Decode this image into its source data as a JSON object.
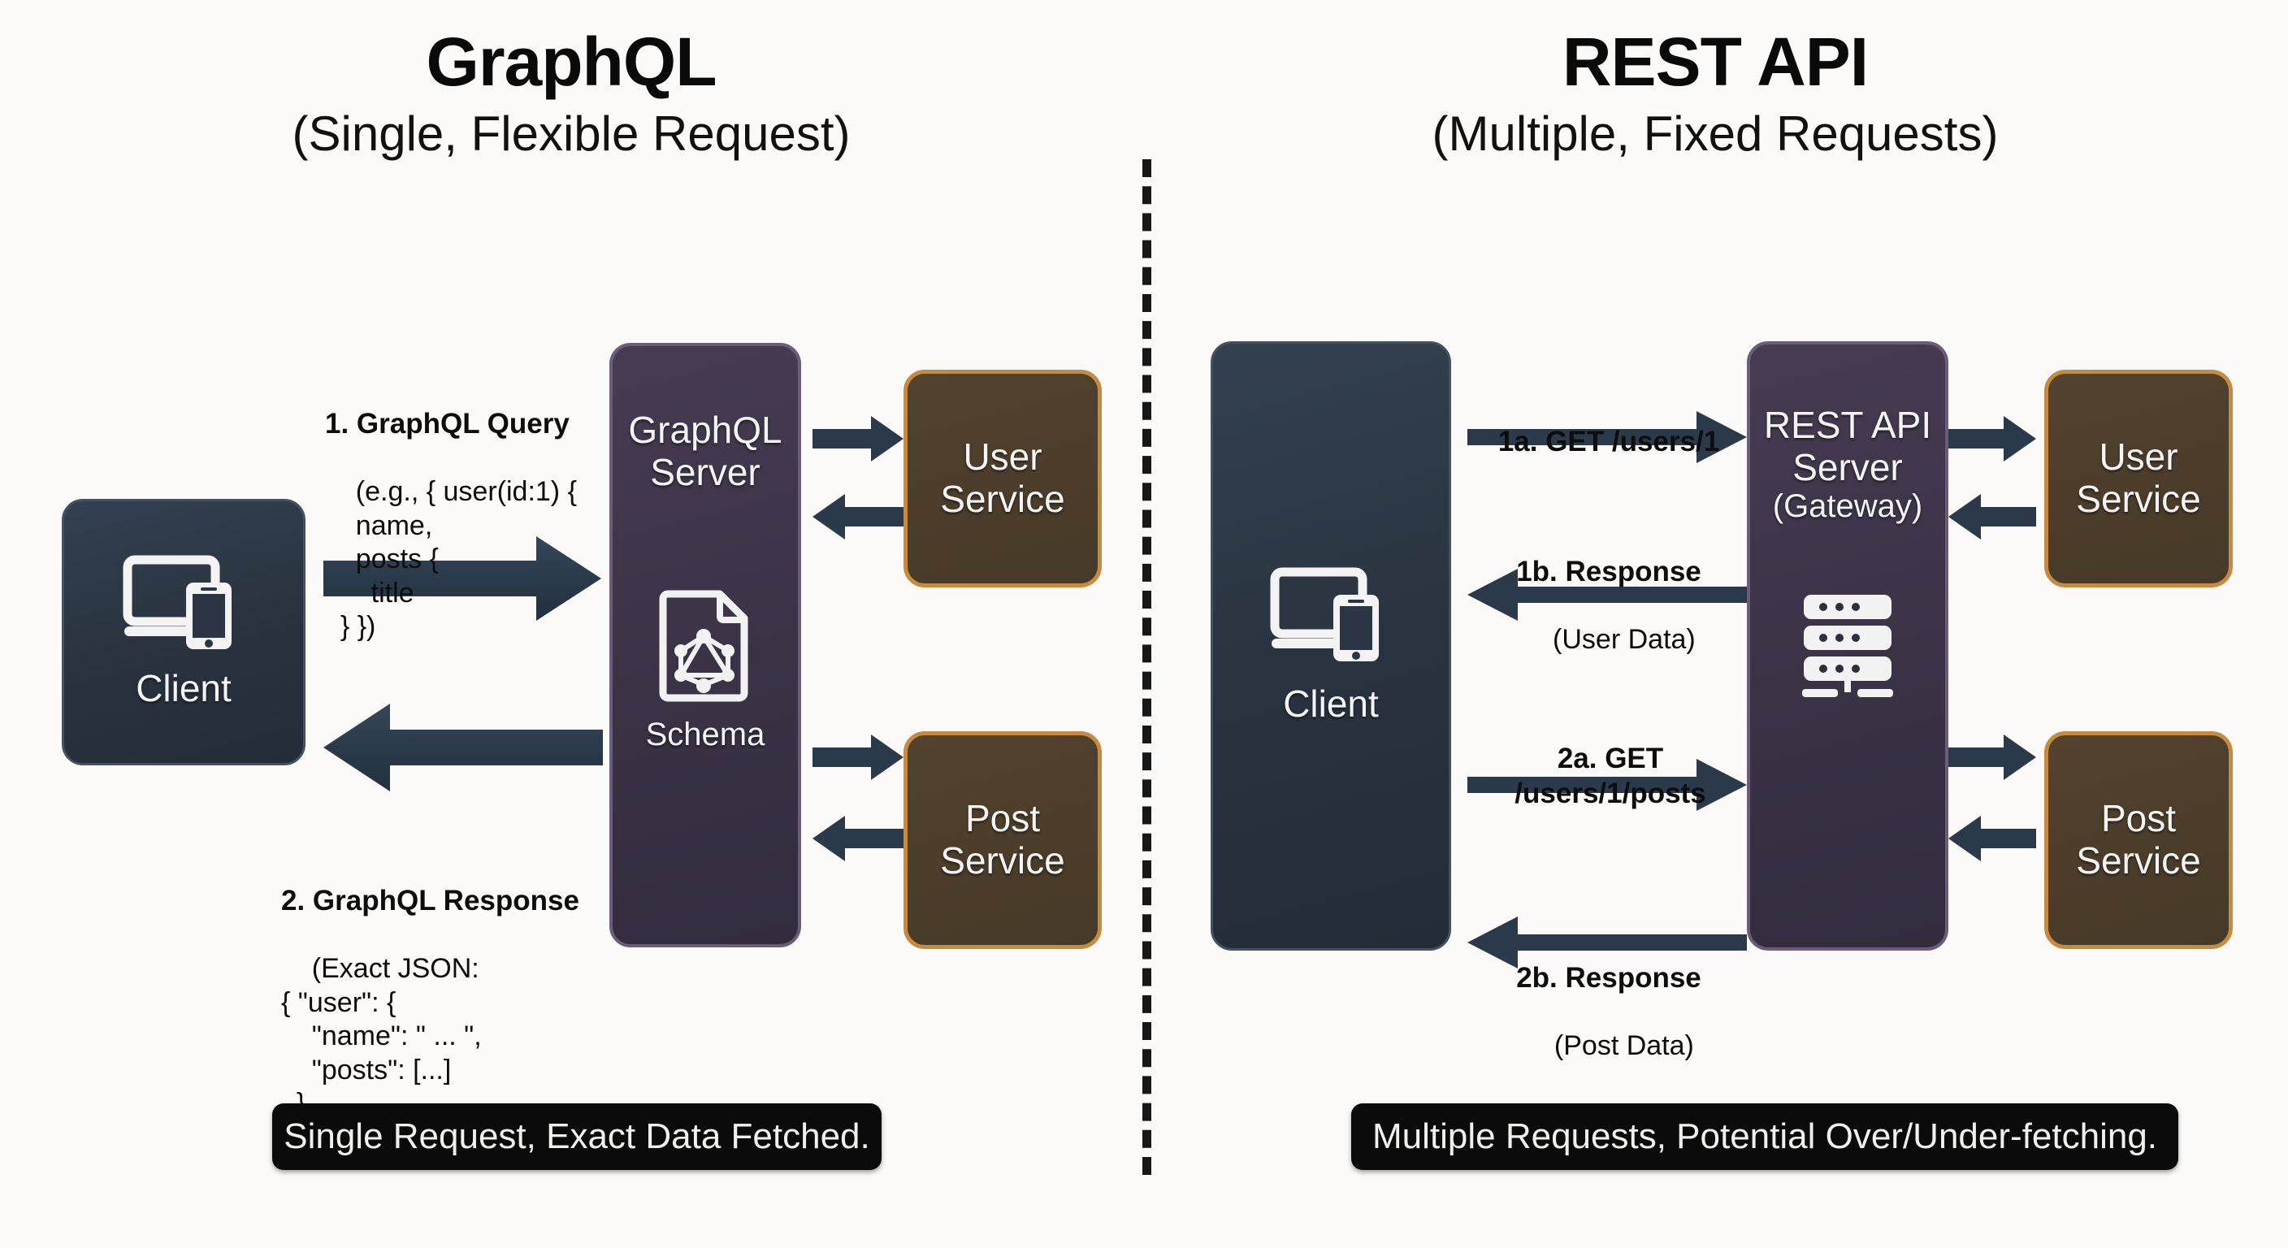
{
  "left": {
    "title": "GraphQL",
    "subtitle": "(Single, Flexible Request)",
    "client": {
      "label": "Client",
      "icon": "laptop-phone-icon"
    },
    "server": {
      "label_line1": "GraphQL",
      "label_line2": "Server",
      "icon": "graphql-schema-document-icon",
      "icon_caption": "Schema"
    },
    "services": [
      {
        "label_line1": "User",
        "label_line2": "Service"
      },
      {
        "label_line1": "Post",
        "label_line2": "Service"
      }
    ],
    "request_label": {
      "heading": "1. GraphQL Query",
      "body": "(e.g., { user(id:1) {\n    name,\n    posts {\n      title\n  } })"
    },
    "response_label": {
      "heading": "2. GraphQL Response",
      "body": "(Exact JSON:\n{ \"user\": {\n    \"name\": \" ... \",\n    \"posts\": [...]\n  }\n })"
    },
    "banner": "Single Request, Exact Data Fetched."
  },
  "right": {
    "title": "REST API",
    "subtitle": "(Multiple, Fixed Requests)",
    "client": {
      "label": "Client",
      "icon": "laptop-phone-icon"
    },
    "server": {
      "label_line1": "REST API",
      "label_line2": "Server",
      "label_line3": "(Gateway)",
      "icon": "server-rack-icon"
    },
    "services": [
      {
        "label_line1": "User",
        "label_line2": "Service"
      },
      {
        "label_line1": "Post",
        "label_line2": "Service"
      }
    ],
    "steps": [
      {
        "heading": "1a. GET /users/1",
        "body": ""
      },
      {
        "heading": "1b. Response",
        "body": "(User Data)"
      },
      {
        "heading": "2a. GET\n/users/1/posts",
        "body": ""
      },
      {
        "heading": "2b. Response",
        "body": "(Post Data)"
      }
    ],
    "banner": "Multiple Requests, Potential Over/Under-fetching."
  },
  "colors": {
    "background": "#fbfaf8",
    "client_fill": "#2b3543",
    "server_fill": "#3b3246",
    "server_border": "#6b5c79",
    "service_fill": "#463927",
    "service_border": "#c68b3e",
    "arrow": "#2b3a4a",
    "banner_bg": "#0b0b0b",
    "text": "#0d0d0d",
    "divider": "#171717"
  }
}
